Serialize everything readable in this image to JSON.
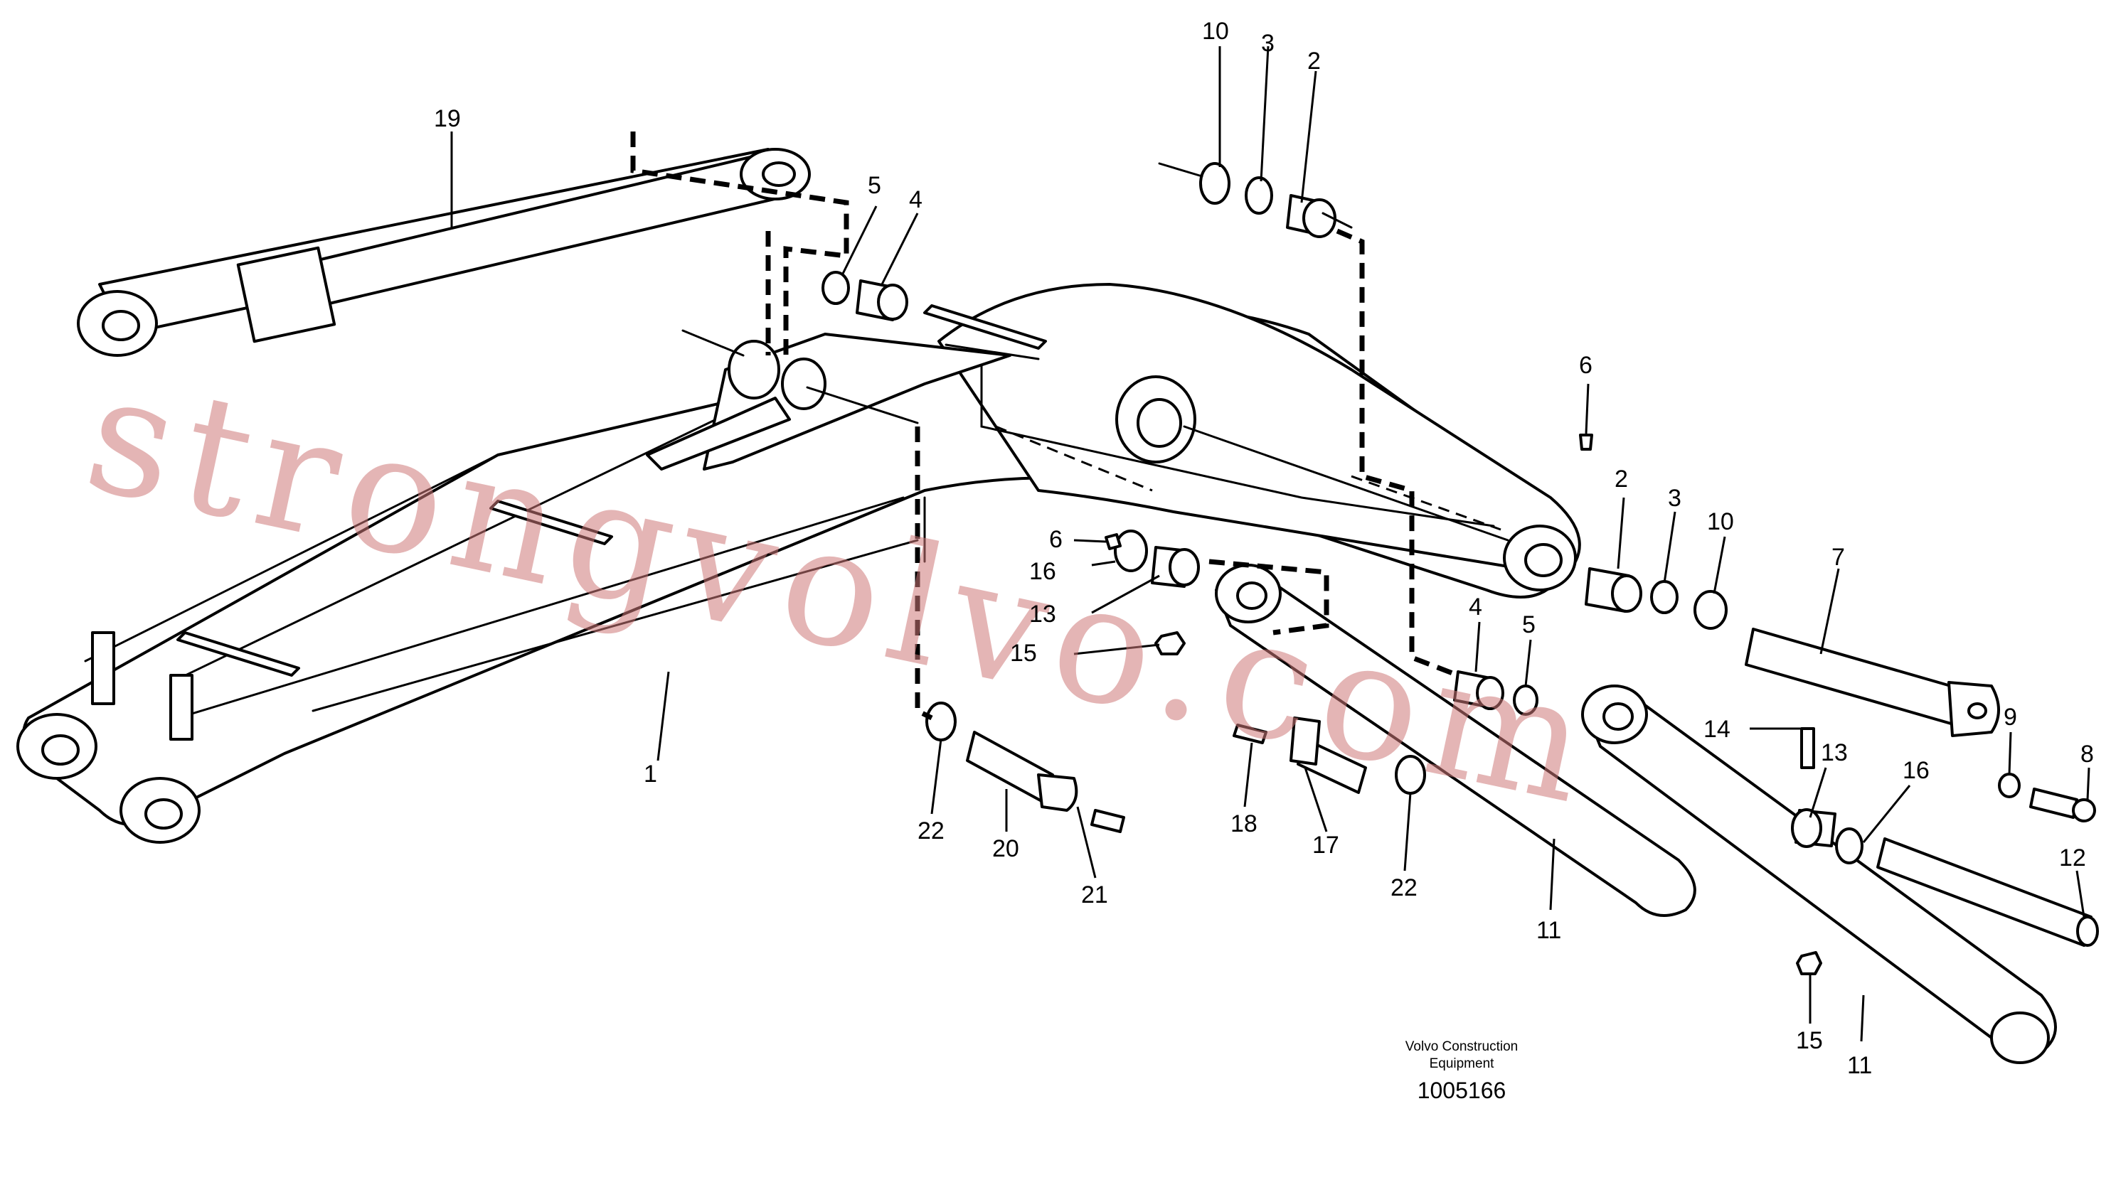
{
  "diagram": {
    "callouts": [
      "19",
      "10",
      "3",
      "2",
      "5",
      "4",
      "6",
      "2",
      "3",
      "10",
      "7",
      "6",
      "16",
      "13",
      "15",
      "4",
      "5",
      "14",
      "13",
      "16",
      "9",
      "8",
      "12",
      "1",
      "22",
      "20",
      "21",
      "18",
      "17",
      "22",
      "11",
      "15",
      "11"
    ],
    "caption_brand_line1": "Volvo Construction",
    "caption_brand_line2": "Equipment",
    "caption_number": "1005166",
    "watermark": "strongvolvo.com"
  }
}
